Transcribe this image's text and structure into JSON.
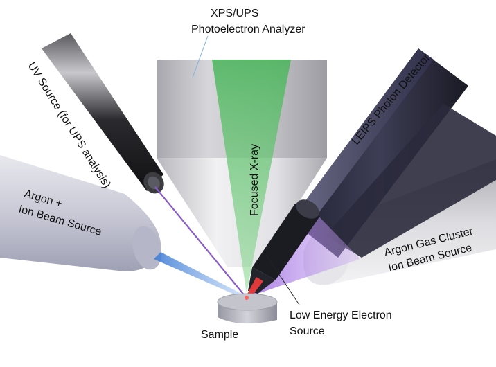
{
  "labels": {
    "analyzer_line1": "XPS/UPS",
    "analyzer_line2": "Photoelectron Analyzer",
    "uv_source": "UV Source (for UPS analysis)",
    "leips": "LEIPS Photon Detector",
    "focused_xray": "Focused X-ray",
    "argon_line1": "Argon +",
    "argon_line2": "Ion Beam Source",
    "gcib_line1": "Argon Gas Cluster",
    "gcib_line2": "Ion Beam Source",
    "lees_line1": "Low Energy Electron",
    "lees_line2": "Source",
    "sample": "Sample"
  },
  "colors": {
    "xray_beam": "#5fc86a",
    "uv_beam": "#8a5cc8",
    "ion_beam": "#4d86d6",
    "electron_beam": "#e03a3a",
    "photon_cone": "#a070e0"
  }
}
